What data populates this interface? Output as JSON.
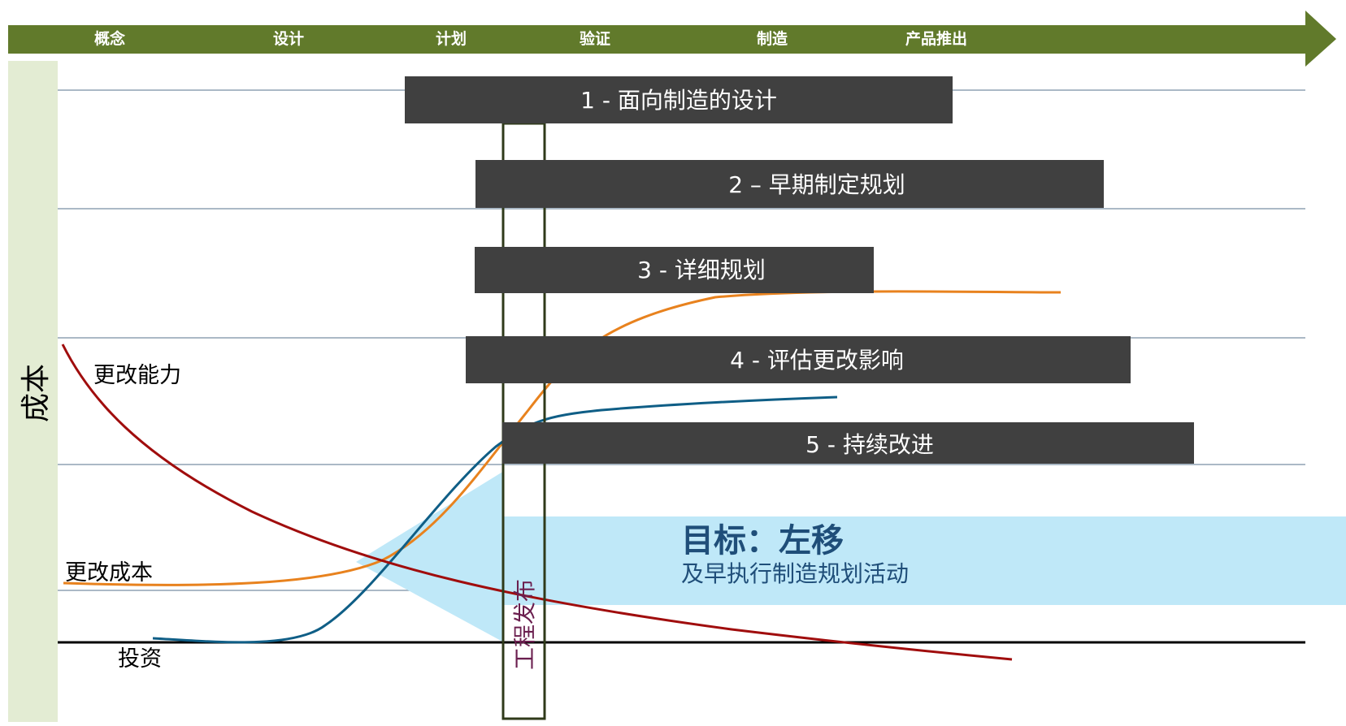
{
  "timeline": {
    "phases": [
      "概念",
      "设计",
      "计划",
      "验证",
      "制造",
      "产品推出"
    ],
    "color": "#617a2b"
  },
  "axis": {
    "y_label": "成本"
  },
  "bars": [
    "1 - 面向制造的设计",
    "2 – 早期制定规划",
    "3 - 详细规划",
    "4 - 评估更改影响",
    "5 - 持续改进"
  ],
  "curves": {
    "change_ability": {
      "label": "更改能力",
      "color": "#a00d0d"
    },
    "change_cost": {
      "label": "更改成本",
      "color": "#e8821e"
    },
    "investment": {
      "label": "投资",
      "color": "#0f5e86"
    }
  },
  "release": {
    "label": "工程发布"
  },
  "goal": {
    "title": "目标：左移",
    "subtitle": "及早执行制造规划活动",
    "color": "#bfe8f8"
  },
  "colors": {
    "bar": "#404040",
    "sidebar": "#e3ecd3",
    "gridline": "#8fa2b3"
  }
}
